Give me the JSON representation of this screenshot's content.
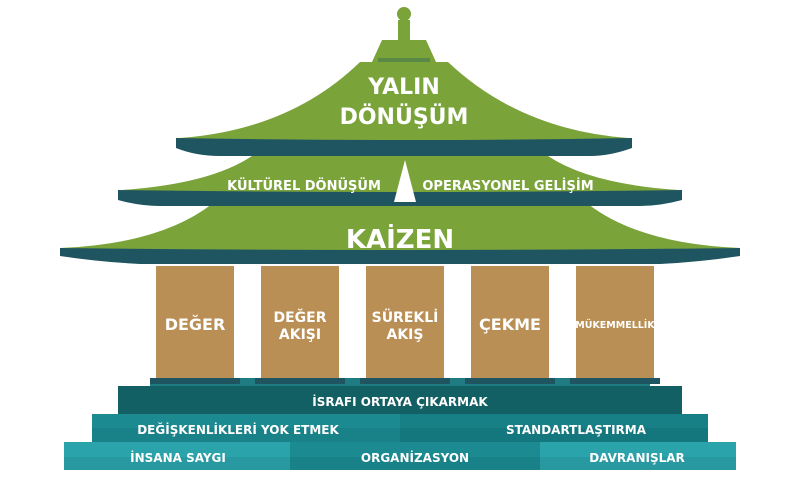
{
  "roof": {
    "top_line1": "YALIN",
    "top_line2": "DÖNÜŞÜM",
    "middle_left": "KÜLTÜREL DÖNÜŞÜM",
    "middle_right": "OPERASYONEL GELİŞİM",
    "bottom": "KAİZEN"
  },
  "pillars": [
    {
      "line1": "DEĞER",
      "line2": ""
    },
    {
      "line1": "DEĞER",
      "line2": "AKIŞI"
    },
    {
      "line1": "SÜREKLİ",
      "line2": "AKIŞ"
    },
    {
      "line1": "ÇEKME",
      "line2": ""
    },
    {
      "line1": "MÜKEMMELLİK",
      "line2": ""
    }
  ],
  "steps": {
    "top": "İSRAFI ORTAYA ÇIKARMAK",
    "middle_left": "DEĞİŞKENLİKLERİ YOK ETMEK",
    "middle_right": "STANDARTLAŞTIRMA",
    "bottom_left": "İNSANA SAYGI",
    "bottom_center": "ORGANİZASYON",
    "bottom_right": "DAVRANIŞLAR"
  },
  "colors": {
    "roof_green": "#7aa33a",
    "roof_edge": "#1f5560",
    "pillar": "#b98f55",
    "step_dark": "#125f64",
    "step_mid": "#1b8a91",
    "step_light": "#2ba3ab"
  }
}
